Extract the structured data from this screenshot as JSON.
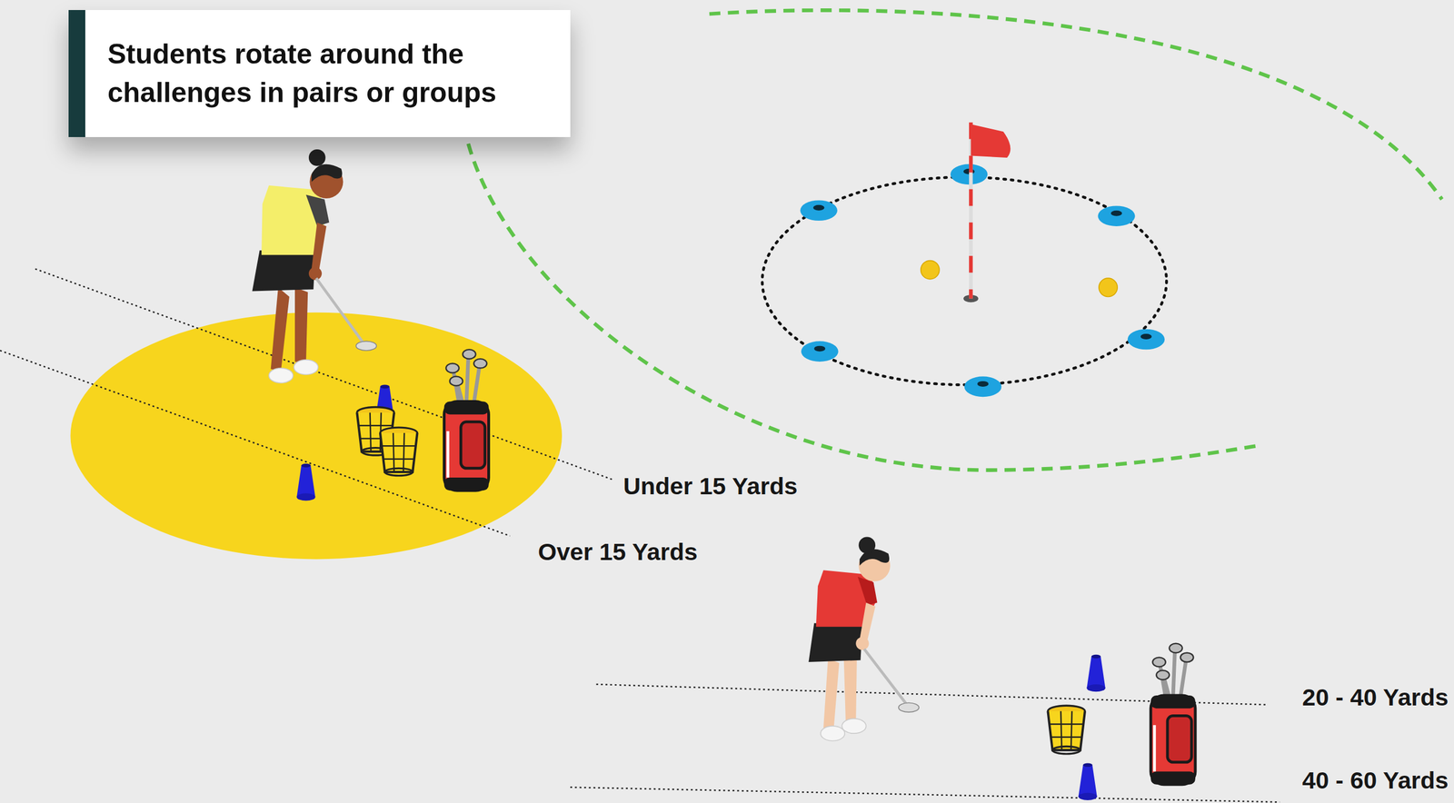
{
  "diagram": {
    "nodes": [
      {
        "text": [
          "Students rotate around the challenges in pairs or groups"
        ]
      }
    ],
    "labels": [
      "Under 15 Yards",
      "Over 15 Yards",
      "20 - 40 Yards",
      "40 - 60 Yards"
    ]
  }
}
